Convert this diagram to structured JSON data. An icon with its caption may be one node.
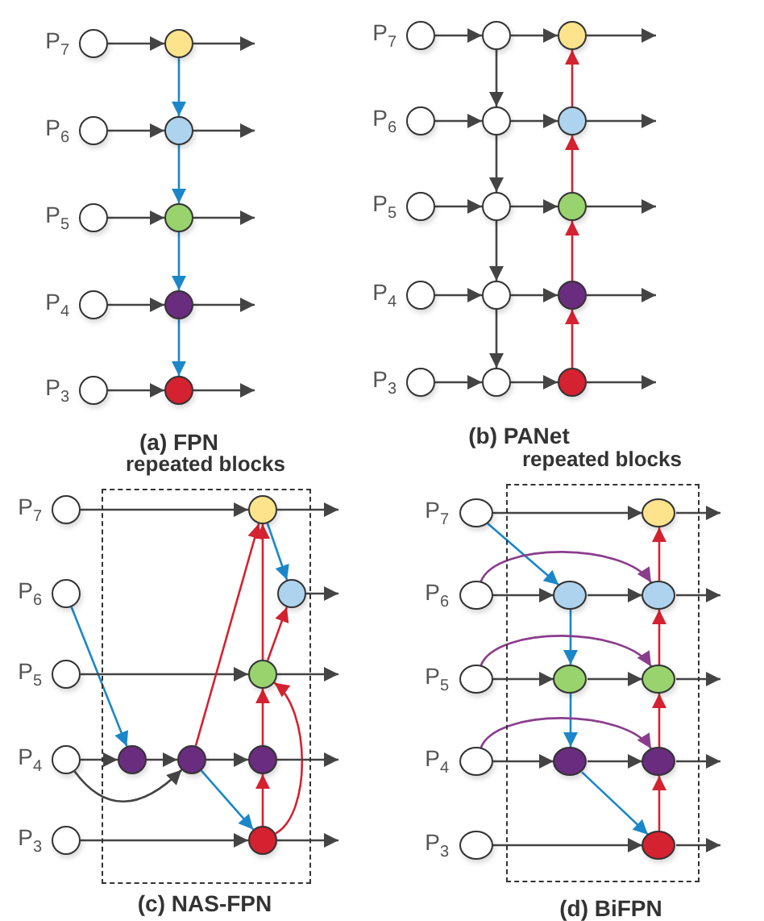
{
  "diagram": {
    "nodes": [
      {
        "text": [],
        "shape": "circle",
        "beside": [
          "P$_{7}$"
        ]
      },
      {
        "text": [],
        "shape": "circle",
        "beside": [
          "P$_{6}$"
        ]
      },
      {
        "text": [],
        "shape": "circle",
        "beside": [
          "P$_{5}$"
        ]
      },
      {
        "text": [],
        "shape": "circle",
        "beside": [
          "P$_{4}$"
        ]
      },
      {
        "text": [],
        "shape": "circle",
        "beside": [
          "P$_{3}$"
        ]
      },
      {
        "text": [],
        "shape": "circle"
      },
      {
        "text": [],
        "shape": "circle"
      },
      {
        "text": [],
        "shape": "circle"
      },
      {
        "text": [],
        "shape": "circle"
      },
      {
        "text": [],
        "shape": "circle"
      },
      {
        "text": [],
        "shape": "circle",
        "beside": [
          "P$_{7}$"
        ]
      },
      {
        "text": [],
        "shape": "circle",
        "beside": [
          "P$_{6}$"
        ]
      },
      {
        "text": [],
        "shape": "circle",
        "beside": [
          "P$_{5}$"
        ]
      },
      {
        "text": [],
        "shape": "circle",
        "beside": [
          "P$_{4}$"
        ]
      },
      {
        "text": [],
        "shape": "circle",
        "beside": [
          "P$_{3}$"
        ]
      },
      {
        "text": [],
        "shape": "circle"
      },
      {
        "text": [],
        "shape": "circle"
      },
      {
        "text": [],
        "shape": "circle"
      },
      {
        "text": [],
        "shape": "circle"
      },
      {
        "text": [],
        "shape": "circle"
      },
      {
        "text": [],
        "shape": "circle"
      },
      {
        "text": [],
        "shape": "circle"
      },
      {
        "text": [],
        "shape": "circle"
      },
      {
        "text": [],
        "shape": "circle"
      },
      {
        "text": [],
        "shape": "circle"
      },
      {
        "text": [],
        "shape": "circle",
        "beside": [
          "P$_{7}$"
        ]
      },
      {
        "text": [],
        "shape": "circle",
        "beside": [
          "P$_{6}$"
        ]
      },
      {
        "text": [],
        "shape": "circle",
        "beside": [
          "P$_{5}$"
        ]
      },
      {
        "text": [],
        "shape": "circle",
        "beside": [
          "P$_{4}$"
        ]
      },
      {
        "text": [],
        "shape": "circle",
        "beside": [
          "P$_{3}$"
        ]
      },
      {
        "text": [
          "repeated blocks"
        ]
      },
      {
        "text": [],
        "shape": "circle",
        "in": 30
      },
      {
        "text": [],
        "shape": "circle",
        "in": 30
      },
      {
        "text": [],
        "shape": "circle",
        "in": 30
      },
      {
        "text": [],
        "shape": "circle",
        "in": 30
      },
      {
        "text": [],
        "shape": "circle",
        "in": 30
      },
      {
        "text": [],
        "shape": "circle",
        "in": 30
      },
      {
        "text": [],
        "shape": "circle",
        "in": 30
      },
      {
        "text": [],
        "shape": "circle",
        "beside": [
          "P$_{7}$"
        ]
      },
      {
        "text": [],
        "shape": "circle",
        "beside": [
          "P$_{6}$"
        ]
      },
      {
        "text": [],
        "shape": "circle",
        "beside": [
          "P$_{5}$"
        ]
      },
      {
        "text": [],
        "shape": "circle",
        "beside": [
          "P$_{4}$"
        ]
      },
      {
        "text": [],
        "shape": "circle",
        "beside": [
          "P$_{3}$"
        ]
      },
      {
        "text": [
          "repeated blocks"
        ]
      },
      {
        "text": [],
        "shape": "circle",
        "in": 43
      },
      {
        "text": [],
        "shape": "circle",
        "in": 43
      },
      {
        "text": [],
        "shape": "circle",
        "in": 43
      },
      {
        "text": [],
        "shape": "circle",
        "in": 43
      },
      {
        "text": [],
        "shape": "circle",
        "in": 43
      },
      {
        "text": [],
        "shape": "circle",
        "in": 43
      },
      {
        "text": [],
        "shape": "circle",
        "in": 43
      },
      {
        "text": [],
        "shape": "circle",
        "in": 43
      }
    ],
    "edges": [
      {
        "from": 0,
        "to": 5,
        "arrow": "to"
      },
      {
        "from": 1,
        "to": 6,
        "arrow": "to"
      },
      {
        "from": 2,
        "to": 7,
        "arrow": "to"
      },
      {
        "from": 3,
        "to": 8,
        "arrow": "to"
      },
      {
        "from": 4,
        "to": 9,
        "arrow": "to"
      },
      {
        "from": 5,
        "to": 6,
        "arrow": "to",
        "color": "#1b87c9"
      },
      {
        "from": 6,
        "to": 7,
        "arrow": "to",
        "color": "#1b87c9"
      },
      {
        "from": 7,
        "to": 8,
        "arrow": "to",
        "color": "#1b87c9"
      },
      {
        "from": 8,
        "to": 9,
        "arrow": "to",
        "color": "#1b87c9"
      },
      {
        "from": 5,
        "to": null,
        "arrow": "to"
      },
      {
        "from": 6,
        "to": null,
        "arrow": "to"
      },
      {
        "from": 7,
        "to": null,
        "arrow": "to"
      },
      {
        "from": 8,
        "to": null,
        "arrow": "to"
      },
      {
        "from": 9,
        "to": null,
        "arrow": "to"
      },
      {
        "from": 10,
        "to": 15,
        "arrow": "to"
      },
      {
        "from": 11,
        "to": 16,
        "arrow": "to"
      },
      {
        "from": 12,
        "to": 17,
        "arrow": "to"
      },
      {
        "from": 13,
        "to": 18,
        "arrow": "to"
      },
      {
        "from": 14,
        "to": 19,
        "arrow": "to"
      },
      {
        "from": 15,
        "to": 20,
        "arrow": "to"
      },
      {
        "from": 16,
        "to": 21,
        "arrow": "to"
      },
      {
        "from": 17,
        "to": 22,
        "arrow": "to"
      },
      {
        "from": 18,
        "to": 23,
        "arrow": "to"
      },
      {
        "from": 19,
        "to": 24,
        "arrow": "to"
      },
      {
        "from": 15,
        "to": 16,
        "arrow": "to"
      },
      {
        "from": 16,
        "to": 17,
        "arrow": "to"
      },
      {
        "from": 17,
        "to": 18,
        "arrow": "to"
      },
      {
        "from": 18,
        "to": 19,
        "arrow": "to"
      },
      {
        "from": 24,
        "to": 23,
        "arrow": "to",
        "color": "#d42230"
      },
      {
        "from": 23,
        "to": 22,
        "arrow": "to",
        "color": "#d42230"
      },
      {
        "from": 22,
        "to": 21,
        "arrow": "to",
        "color": "#d42230"
      },
      {
        "from": 21,
        "to": 20,
        "arrow": "to",
        "color": "#d42230"
      },
      {
        "from": 20,
        "to": null,
        "arrow": "to"
      },
      {
        "from": 21,
        "to": null,
        "arrow": "to"
      },
      {
        "from": 22,
        "to": null,
        "arrow": "to"
      },
      {
        "from": 23,
        "to": null,
        "arrow": "to"
      },
      {
        "from": 24,
        "to": null,
        "arrow": "to"
      },
      {
        "from": 25,
        "to": 31,
        "arrow": "to"
      },
      {
        "from": 26,
        "to": 34,
        "arrow": "to",
        "color": "#1b87c9"
      },
      {
        "from": 27,
        "to": 33,
        "arrow": "to"
      },
      {
        "from": 28,
        "to": 34,
        "arrow": "to"
      },
      {
        "from": 28,
        "to": 35,
        "arrow": "to"
      },
      {
        "from": 29,
        "to": 37,
        "arrow": "to"
      },
      {
        "from": 34,
        "to": 35,
        "arrow": "to"
      },
      {
        "from": 35,
        "to": 36,
        "arrow": "to"
      },
      {
        "from": 35,
        "to": 31,
        "arrow": "to",
        "color": "#d42230"
      },
      {
        "from": 35,
        "to": 37,
        "arrow": "to",
        "color": "#1b87c9"
      },
      {
        "from": 37,
        "to": 36,
        "arrow": "to",
        "color": "#d42230"
      },
      {
        "from": 36,
        "to": 33,
        "arrow": "to",
        "color": "#d42230"
      },
      {
        "from": 33,
        "to": 31,
        "arrow": "to",
        "color": "#d42230"
      },
      {
        "from": 33,
        "to": 32,
        "arrow": "to",
        "color": "#d42230"
      },
      {
        "from": 31,
        "to": 32,
        "arrow": "to",
        "color": "#1b87c9"
      },
      {
        "from": 37,
        "to": 33,
        "arrow": "to",
        "color": "#d42230"
      },
      {
        "from": 31,
        "to": null,
        "arrow": "to"
      },
      {
        "from": 32,
        "to": null,
        "arrow": "to"
      },
      {
        "from": 33,
        "to": null,
        "arrow": "to"
      },
      {
        "from": 36,
        "to": null,
        "arrow": "to"
      },
      {
        "from": 37,
        "to": null,
        "arrow": "to"
      },
      {
        "from": 38,
        "to": 47,
        "arrow": "to"
      },
      {
        "from": 38,
        "to": 44,
        "arrow": "to",
        "color": "#1b87c9"
      },
      {
        "from": 39,
        "to": 44,
        "arrow": "to"
      },
      {
        "from": 39,
        "to": 48,
        "arrow": "to",
        "color": "#8a3d8c"
      },
      {
        "from": 44,
        "to": 48,
        "arrow": "to"
      },
      {
        "from": 44,
        "to": 45,
        "arrow": "to",
        "color": "#1b87c9"
      },
      {
        "from": 40,
        "to": 45,
        "arrow": "to"
      },
      {
        "from": 40,
        "to": 49,
        "arrow": "to",
        "color": "#8a3d8c"
      },
      {
        "from": 45,
        "to": 49,
        "arrow": "to"
      },
      {
        "from": 45,
        "to": 46,
        "arrow": "to",
        "color": "#1b87c9"
      },
      {
        "from": 41,
        "to": 46,
        "arrow": "to"
      },
      {
        "from": 41,
        "to": 50,
        "arrow": "to",
        "color": "#8a3d8c"
      },
      {
        "from": 46,
        "to": 50,
        "arrow": "to"
      },
      {
        "from": 46,
        "to": 51,
        "arrow": "to",
        "color": "#1b87c9"
      },
      {
        "from": 42,
        "to": 51,
        "arrow": "to"
      },
      {
        "from": 51,
        "to": 50,
        "arrow": "to",
        "color": "#d42230"
      },
      {
        "from": 50,
        "to": 49,
        "arrow": "to",
        "color": "#d42230"
      },
      {
        "from": 49,
        "to": 48,
        "arrow": "to",
        "color": "#d42230"
      },
      {
        "from": 48,
        "to": 47,
        "arrow": "to",
        "color": "#d42230"
      },
      {
        "from": 47,
        "to": null,
        "arrow": "to"
      },
      {
        "from": 48,
        "to": null,
        "arrow": "to"
      },
      {
        "from": 49,
        "to": null,
        "arrow": "to"
      },
      {
        "from": 50,
        "to": null,
        "arrow": "to"
      },
      {
        "from": 51,
        "to": null,
        "arrow": "to"
      }
    ],
    "labels": [
      "(a) FPN",
      "(b) PANet",
      "(c) NAS-FPN",
      "(d) BiFPN"
    ]
  }
}
